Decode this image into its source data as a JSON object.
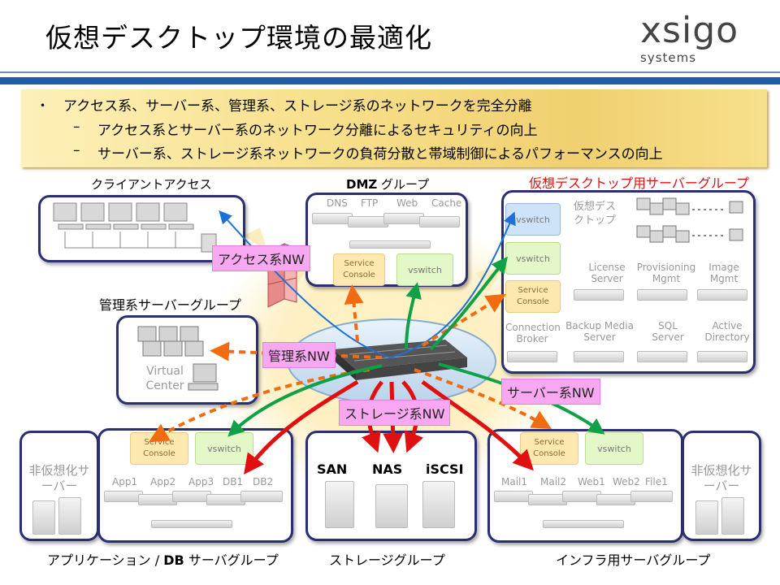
{
  "header": {
    "title": "仮想デスクトップ環境の最適化",
    "logo_main": "xsigo",
    "logo_sub": "systems"
  },
  "bullets": {
    "main_marker": "・",
    "main": "アクセス系、サーバー系、管理系、ストレージ系のネットワークを完全分離",
    "sub_marker": "–",
    "sub1": "アクセス系とサーバー系のネットワーク分離によるセキュリティの向上",
    "sub2": "サーバー系、ストレージ系ネットワークの負荷分散と帯域制御によるパフォーマンスの向上"
  },
  "groups": {
    "client": {
      "label": "クライアントアクセス"
    },
    "dmz": {
      "label_bold": "DMZ",
      "label": " グループ",
      "items": [
        "DNS",
        "FTP",
        "Web",
        "Cache"
      ],
      "svc": "Service Console",
      "vswitch": "vswitch"
    },
    "vdesktop": {
      "label": "仮想デスクトップ用サーバーグループ",
      "vswitch1": "vswitch",
      "vswitch2": "vswitch",
      "svc": "Service Console",
      "desktop_label": "仮想デスクトップ",
      "servers": [
        "License Server",
        "Provisioning Mgmt",
        "Image Mgmt",
        "Connection Broker",
        "Backup Media Server",
        "SQL Server",
        "Active Directory"
      ]
    },
    "mgmt": {
      "label": "管理系サーバーグループ",
      "vc": "Virtual Center"
    },
    "app": {
      "label_a": "アプリケーション / ",
      "label_bold": "DB",
      "label_b": " サーバグループ",
      "svc": "Service Console",
      "vswitch": "vswitch",
      "items": [
        "App1",
        "App2",
        "App3",
        "DB1",
        "DB2"
      ]
    },
    "nonvirt_left": {
      "label": "非仮想化サーバー"
    },
    "storage": {
      "label": "ストレージグループ",
      "items": [
        "SAN",
        "NAS",
        "iSCSI"
      ]
    },
    "infra": {
      "label": "インフラ用サーバグループ",
      "svc": "Service Console",
      "vswitch": "vswitch",
      "items": [
        "Mail1",
        "Mail2",
        "Web1",
        "Web2",
        "File1"
      ]
    },
    "nonvirt_right": {
      "label": "非仮想化サーバー"
    }
  },
  "networks": {
    "access": "アクセス系NW",
    "mgmt": "管理系NW",
    "server": "サーバー系NW",
    "storage": "ストレージ系NW"
  },
  "colors": {
    "access": "#1f6fd8",
    "mgmt": "#f26b10",
    "server": "#0fa048",
    "storage": "#e01010",
    "box_border": "#2b2e70",
    "header_rule": "#1f5da6",
    "bullet_bg": "#f7e08c",
    "label_bg": "#f7a8f0"
  }
}
